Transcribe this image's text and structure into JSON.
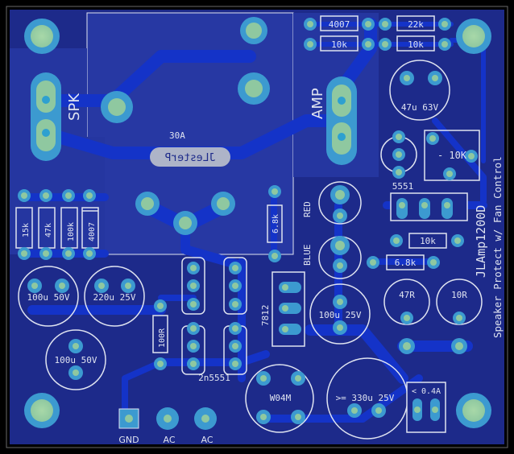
{
  "board": {
    "labels": {
      "spk": "SPK",
      "amp": "AMP",
      "relay_rating": "30A",
      "logo": "JLesterP",
      "r_15k": "15k",
      "r_47k": "47k",
      "r_100k": "100k",
      "d_4007_left": "4007",
      "d_4007_top": "4007",
      "r_10k_top": "10k",
      "r_22k": "22k",
      "r_10k_top2": "10k",
      "c_47u": "47u 63V",
      "pot_10k": "- 10K",
      "ic_5551": "5551",
      "r_10k_mid": "10k",
      "r_6k8_mid": "6.8k",
      "r_6k8_vert": "6.8k",
      "led_red": "RED",
      "led_blue": "BLUE",
      "title": "JLAmp1200D",
      "subtitle": "Speaker Protect w/ Fan Control",
      "c_100u_50v_a": "100u 50V",
      "c_220u_25v": "220u 25V",
      "c_100u_50v_b": "100u 50V",
      "r_100r": "100R",
      "q_2n5551": "2n5551",
      "reg_7812": "7812",
      "c_100u_25v": "100u 25V",
      "r_47r": "47R",
      "r_10r": "10R",
      "bridge": "W04M",
      "c_330u": ">= 330u 25V",
      "fuse": "< 0.4A",
      "conn_gnd": "GND",
      "conn_ac1": "AC",
      "conn_ac2": "AC"
    },
    "colors": {
      "copper_fill": "#2a3aa8",
      "copper_dark": "#1f2c8c",
      "trace": "#1433c8",
      "pad": "#3c9ad0",
      "pad_hole": "#9fd4a0",
      "silkscreen": "#dfe3f0",
      "background": "#000000"
    }
  }
}
